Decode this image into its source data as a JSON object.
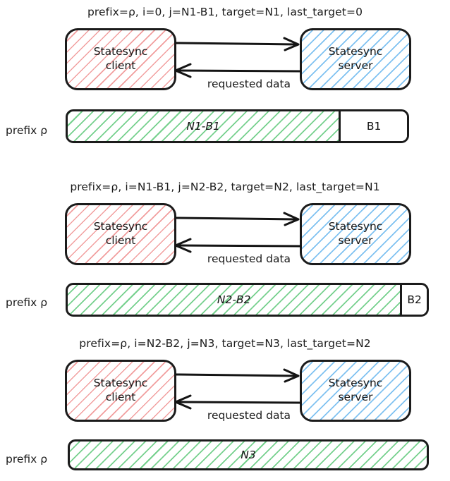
{
  "diagram": {
    "title_font_color": "#1b1b1b",
    "colors": {
      "client_hatch": "#f09696",
      "server_hatch": "#78bef0",
      "bar_hatch": "#6ecd87",
      "stroke": "#141414",
      "background": "#ffffff"
    },
    "node_labels": {
      "client_line1": "Statesync",
      "client_line2": "client",
      "server_line1": "Statesync",
      "server_line2": "server"
    },
    "arrow_label": "requested data",
    "bar_label": "prefix ρ",
    "steps": [
      {
        "id": "step-1",
        "header": "prefix=ρ, i=0, j=N1-B1, target=N1, last_target=0",
        "header_parts": {
          "prefix": "prefix=ρ,",
          "i": "i=0,",
          "j": "j=N1-B1,",
          "target": "target=N1,",
          "last_target": "last_target=0"
        },
        "bar": {
          "filled_label": "N1-B1",
          "empty_label": "B1",
          "filled_fraction": 0.805
        }
      },
      {
        "id": "step-2",
        "header": "prefix=ρ, i=N1-B1, j=N2-B2, target=N2, last_target=N1",
        "header_parts": {
          "prefix": "prefix=ρ,",
          "i": "i=N1-B1,",
          "j": "j=N2-B2,",
          "target": "target=N2,",
          "last_target": "last_target=N1"
        },
        "bar": {
          "filled_label": "N2-B2",
          "empty_label": "B2",
          "filled_fraction": 0.932
        }
      },
      {
        "id": "step-3",
        "header": "prefix=ρ, i=N2-B2, j=N3, target=N3, last_target=N2",
        "header_parts": {
          "prefix": "prefix=ρ,",
          "i": "i=N2-B2,",
          "j": "j=N3,",
          "target": "target=N3,",
          "last_target": "last_target=N2"
        },
        "bar": {
          "filled_label": "N3",
          "empty_label": "",
          "filled_fraction": 1.0
        }
      }
    ]
  }
}
